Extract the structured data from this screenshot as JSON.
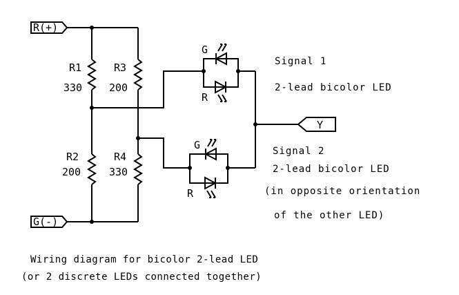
{
  "ports": {
    "r_plus": "R(+)",
    "g_minus": "G(-)",
    "y_out": "Y"
  },
  "resistors": {
    "r1": {
      "name": "R1",
      "value": "330"
    },
    "r2": {
      "name": "R2",
      "value": "200"
    },
    "r3": {
      "name": "R3",
      "value": "200"
    },
    "r4": {
      "name": "R4",
      "value": "330"
    }
  },
  "led_labels": {
    "top_green": "G",
    "top_red": "R",
    "bottom_green": "G",
    "bottom_red": "R"
  },
  "notes": {
    "signal1_title": "Signal 1",
    "signal1_desc": "2-lead bicolor LED",
    "signal2_title": "Signal 2",
    "signal2_desc": "2-lead bicolor LED",
    "signal2_note1": "(in opposite orientation",
    "signal2_note2": "of the other LED)"
  },
  "caption": {
    "line1": "Wiring diagram for bicolor 2-lead LED",
    "line2": "(or 2 discrete LEDs connected together)"
  }
}
